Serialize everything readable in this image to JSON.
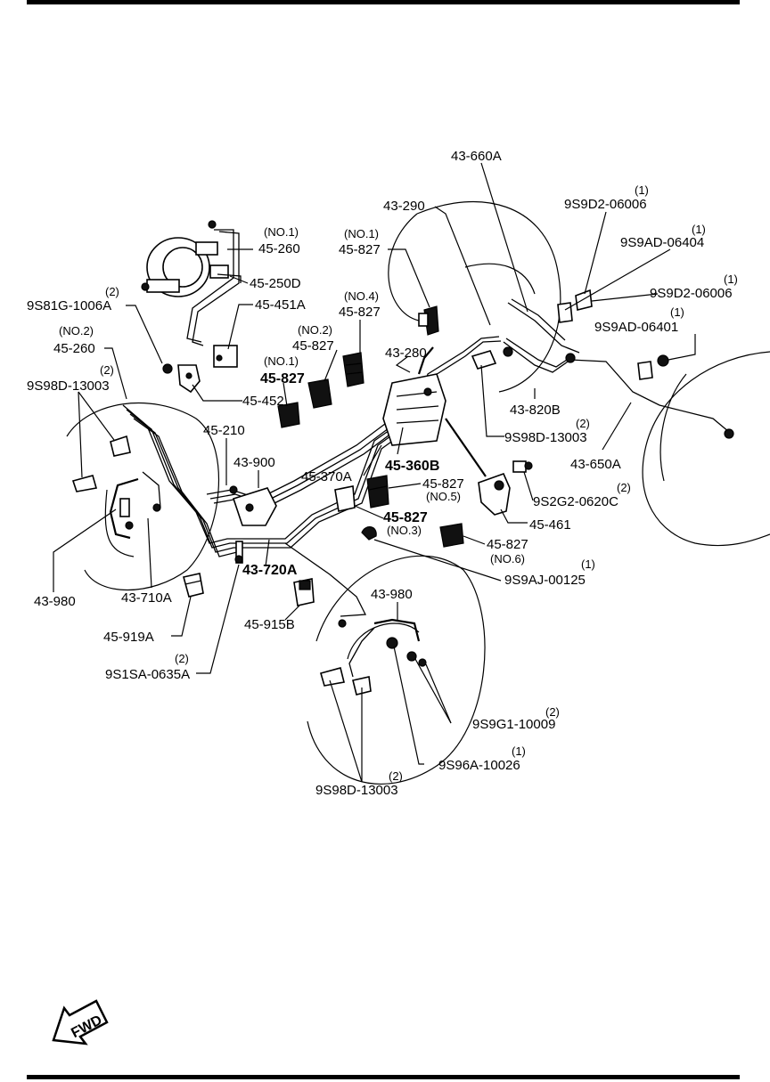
{
  "labels": {
    "l_43_660A": "43-660A",
    "l_9S9D2_06006_top_qty": "(1)",
    "l_9S9D2_06006_top": "9S9D2-06006",
    "l_43_290": "43-290",
    "l_9S9AD_06404_qty": "(1)",
    "l_9S9AD_06404": "9S9AD-06404",
    "l_45_260_no1_tag": "(NO.1)",
    "l_45_260_no1": "45-260",
    "l_45_827_no1a_tag": "(NO.1)",
    "l_45_827_no1a": "45-827",
    "l_45_250D": "45-250D",
    "l_9S9D2_06006_r_qty": "(1)",
    "l_9S9D2_06006_r": "9S9D2-06006",
    "l_9S81G_qty": "(2)",
    "l_9S81G": "9S81G-1006A",
    "l_45_451A": "45-451A",
    "l_45_827_no4_tag": "(NO.4)",
    "l_45_827_no4": "45-827",
    "l_9S9AD_06401_qty": "(1)",
    "l_9S9AD_06401": "9S9AD-06401",
    "l_45_260_no2_tag": "(NO.2)",
    "l_45_260_no2": "45-260",
    "l_45_827_no2_tag": "(NO.2)",
    "l_45_827_no2": "45-827",
    "l_43_280": "43-280",
    "l_9S98D_left_qty": "(2)",
    "l_9S98D_left": "9S98D-13003",
    "l_45_827_no1b_tag": "(NO.1)",
    "l_45_827_no1b": "45-827",
    "l_45_452": "45-452",
    "l_43_820B": "43-820B",
    "l_9S98D_mid_qty": "(2)",
    "l_9S98D_mid": "9S98D-13003",
    "l_45_210": "45-210",
    "l_43_650A": "43-650A",
    "l_43_900": "43-900",
    "l_45_360B": "45-360B",
    "l_45_370A": "45-370A",
    "l_45_827_no5": "45-827",
    "l_45_827_no5_tag": "(NO.5)",
    "l_9S2G2_qty": "(2)",
    "l_9S2G2": "9S2G2-0620C",
    "l_45_827_no3": "45-827",
    "l_45_827_no3_tag": "(NO.3)",
    "l_45_461": "45-461",
    "l_45_827_no6": "45-827",
    "l_45_827_no6_tag": "(NO.6)",
    "l_43_720A": "43-720A",
    "l_9S9AJ_qty": "(1)",
    "l_9S9AJ": "9S9AJ-00125",
    "l_43_980_left": "43-980",
    "l_43_710A": "43-710A",
    "l_43_980_right": "43-980",
    "l_45_915B": "45-915B",
    "l_45_919A": "45-919A",
    "l_9S1SA_qty": "(2)",
    "l_9S1SA": "9S1SA-0635A",
    "l_9S9G1_qty": "(2)",
    "l_9S9G1": "9S9G1-10009",
    "l_9S96A_qty": "(1)",
    "l_9S96A": "9S96A-10026",
    "l_9S98D_bot_qty": "(2)",
    "l_9S98D_bot": "9S98D-13003",
    "fwd": "FWD"
  }
}
